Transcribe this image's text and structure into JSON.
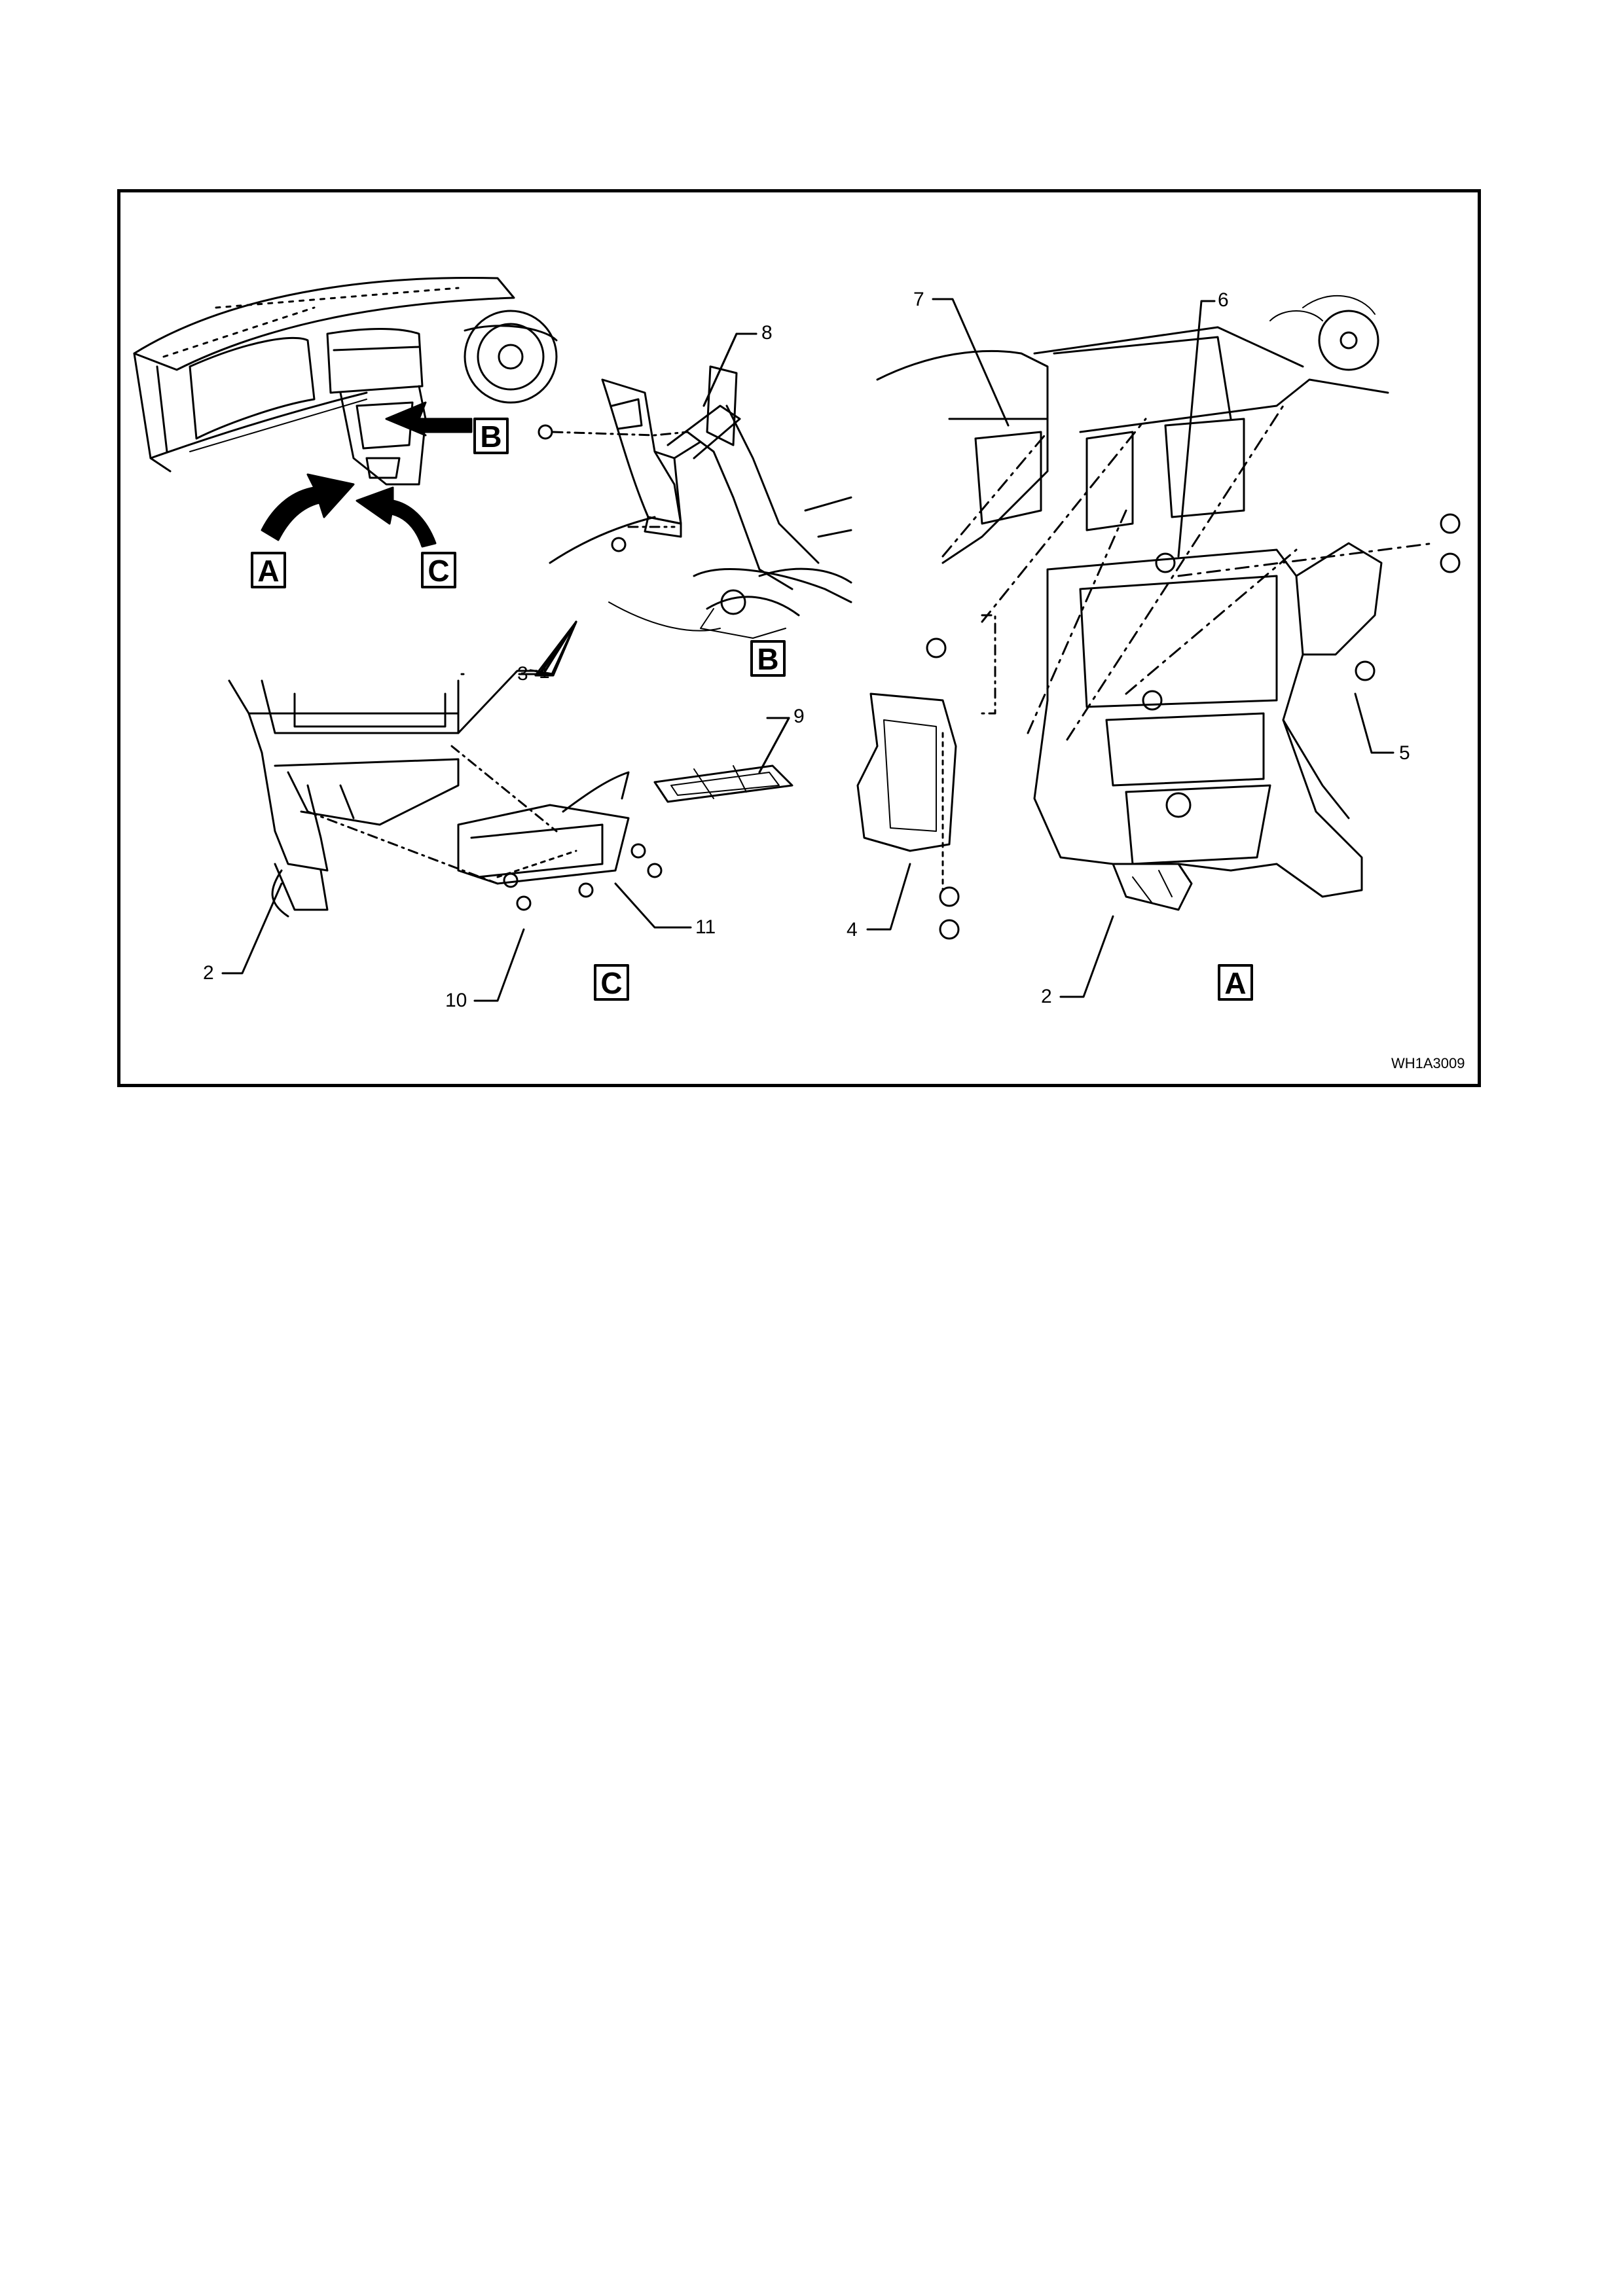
{
  "figure": {
    "id": "WH1A3009",
    "callouts": [
      "1",
      "2",
      "3",
      "4",
      "5",
      "6",
      "7",
      "8",
      "9",
      "10",
      "11"
    ],
    "views": [
      "A",
      "B",
      "C"
    ]
  }
}
